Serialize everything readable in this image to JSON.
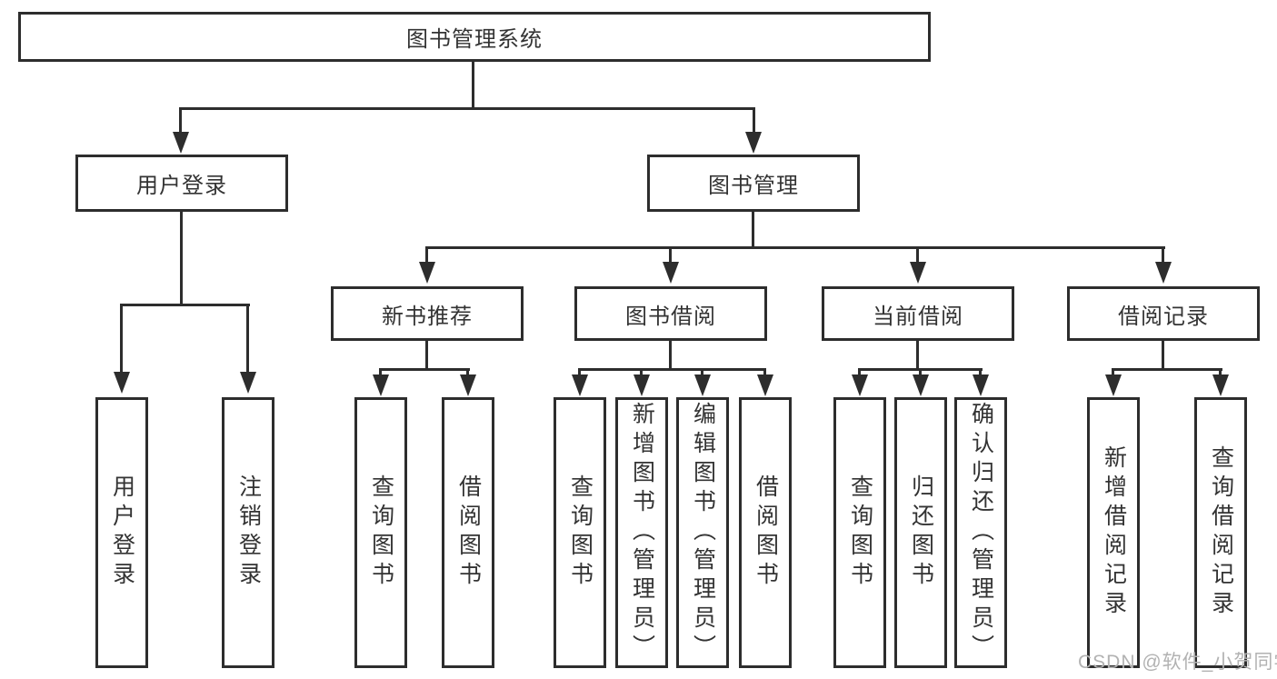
{
  "diagram": {
    "root": {
      "label": "图书管理系统"
    },
    "level2": [
      {
        "label": "用户登录"
      },
      {
        "label": "图书管理"
      }
    ],
    "level3": [
      {
        "label": "新书推荐"
      },
      {
        "label": "图书借阅"
      },
      {
        "label": "当前借阅"
      },
      {
        "label": "借阅记录"
      }
    ],
    "leaves": {
      "user": [
        "用户登录",
        "注销登录"
      ],
      "recommend": [
        "查询图书",
        "借阅图书"
      ],
      "borrow": [
        "查询图书",
        "新增图书（管理员）",
        "编辑图书（管理员）",
        "借阅图书"
      ],
      "current": [
        "查询图书",
        "归还图书",
        "确认归还（管理员）"
      ],
      "records": [
        "新增借阅记录",
        "查询借阅记录"
      ]
    },
    "colors": {
      "line": "#2d2d2d",
      "text": "#333333",
      "box_background": "#ffffff",
      "watermark": "#b2b2b2"
    }
  },
  "watermark": {
    "text": "CSDN @软件_小贺同学"
  }
}
